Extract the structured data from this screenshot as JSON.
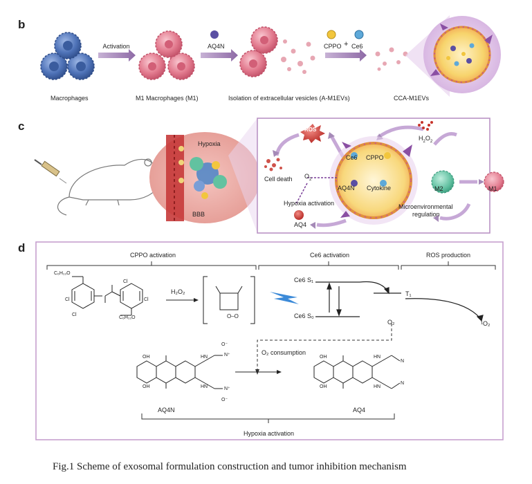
{
  "panel_b": {
    "letter": "b",
    "labels": {
      "macrophages": "Macrophages",
      "activation": "Activation",
      "m1": "M1 Macrophages (M1)",
      "aq4n": "AQ4N",
      "isolation": "Isolation of extracellular vesicles (A-M1EVs)",
      "cppo": "CPPO",
      "plus": "+",
      "ce6": "Ce6",
      "cca": "CCA-M1EVs"
    }
  },
  "panel_c": {
    "letter": "c",
    "labels": {
      "hypoxia": "Hypoxia",
      "bbb": "BBB",
      "ros": "ROS",
      "h2o2_h": "H",
      "h2o2_sub": "2",
      "h2o2_o": "O",
      "h2o2_sub2": "2",
      "ce6": "Ce6",
      "cppo": "CPPO",
      "o2": "O",
      "o2_sub": "2",
      "cell_death": "Cell death",
      "aq4n": "AQ4N",
      "cytokine": "Cytokine",
      "m2": "M2",
      "m1": "M1",
      "hypoxia_activation": "Hypoxia activation",
      "aq4": "AQ4",
      "micro_1": "Microenvironmental",
      "micro_2": "regulation"
    }
  },
  "panel_d": {
    "letter": "d",
    "headers": {
      "cppo_activation": "CPPO activation",
      "ce6_activation": "Ce6 activation",
      "ros_production": "ROS production"
    },
    "h2o2": "H₂O₂",
    "ce6_s1": "Ce6 S₁",
    "ce6_s0": "Ce6 S₀",
    "t1": "T₁",
    "o2": "O₂",
    "singlet_o2": "¹O₂",
    "o2_consumption": "O₂ consumption",
    "aq4n": "AQ4N",
    "aq4": "AQ4",
    "hypoxia_activation": "Hypoxia activation",
    "cppo_atoms": {
      "ester_left": "C₆H₁₃O",
      "ester_right": "C₆H₁₃O",
      "cl": "Cl"
    },
    "aq_atoms": {
      "oh": "OH",
      "o": "O",
      "hn": "HN",
      "n": "N",
      "nplus": "N⁺",
      "ominus": "O⁻"
    }
  },
  "caption": "Fig.1 Scheme of exosomal formulation construction and tumor inhibition mechanism",
  "colors": {
    "macrophage_blue": "#4f73b8",
    "m1_pink": "#e27a8e",
    "arrow_purple": "#a58ab7",
    "frame_purple": "#b993c4",
    "vesicle_yellow": "#f7d46c",
    "vesicle_orange": "#f2a455",
    "m2_teal": "#5fbf9f",
    "ros_red": "#d9342b"
  }
}
